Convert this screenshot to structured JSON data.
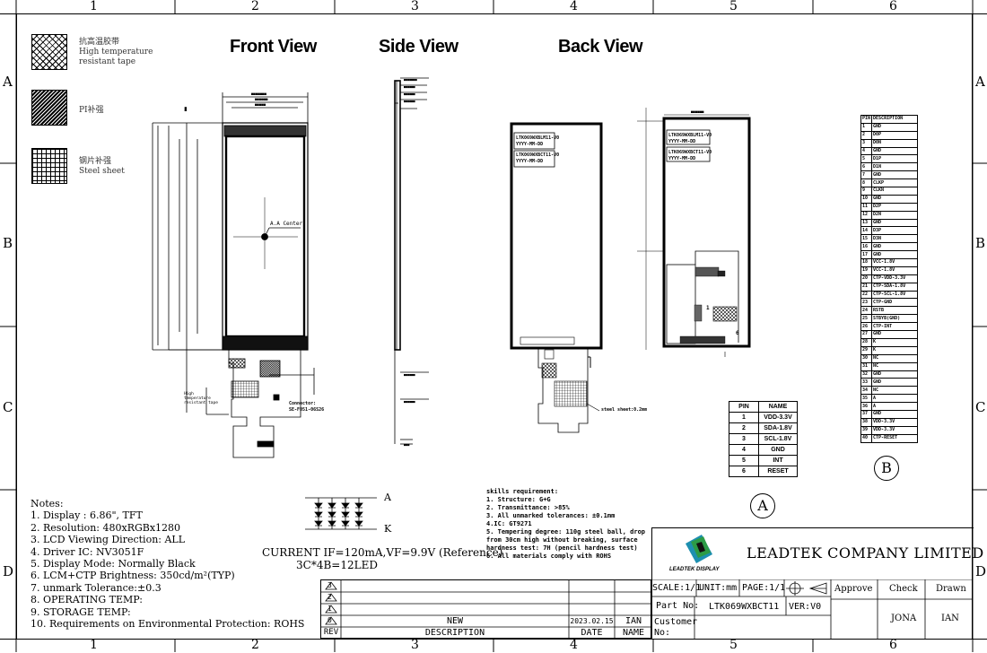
{
  "zones": {
    "columns": [
      "1",
      "2",
      "3",
      "4",
      "5",
      "6"
    ],
    "rows": [
      "A",
      "B",
      "C",
      "D"
    ]
  },
  "legend": [
    {
      "label_cn": "抗高温胶带",
      "label_en": "High temperature resistant tape",
      "pattern": "cross"
    },
    {
      "label_cn": "PI补强",
      "label_en": "",
      "pattern": "diagonal"
    },
    {
      "label_cn": "钢片补强",
      "label_en": "Steel sheet",
      "pattern": "grid"
    }
  ],
  "views": {
    "front": "Front View",
    "side": "Side View",
    "back": "Back View"
  },
  "front_labels": {
    "aa_center": "A.A Center",
    "tape": "High temperature resistant tape",
    "connector": "Connector:",
    "connector_part": "SE-F051-06S26"
  },
  "back_labels": {
    "label1": "LTK069WXBLM11-V0",
    "label1b": "YYYY-MM-DD",
    "label2": "LTK069WXBCT11-V0",
    "label2b": "YYYY-MM-DD",
    "steel": "steel sheet:0.2mm",
    "pin1": "1",
    "pin6": "6"
  },
  "notes": {
    "title": "Notes:",
    "items": [
      "1. Display : 6.86\", TFT",
      "2. Resolution: 480xRGBx1280",
      "3. LCD Viewing Direction: ALL",
      "4. Driver IC: NV3051F",
      "5. Display Mode: Normally Black",
      "6. LCM+CTP Brightness: 350cd/m²(TYP)",
      "7. unmark Tolerance:±0.3",
      "8. OPERATING TEMP:",
      "9. STORAGE TEMP:",
      "10. Requirements on Environmental Protection: ROHS"
    ]
  },
  "led": {
    "anode": "A",
    "cathode": "K",
    "current": "CURRENT IF=120mA,VF=9.9V (Reference)",
    "config": "3C*4B=12LED"
  },
  "skills": {
    "title": "skills requirement:",
    "items": [
      "1. Structure: G+G",
      "2. Transmittance: >85%",
      "3. All unmarked tolerances: ±0.1mm",
      "4.IC: GT9271",
      "5. Tempering degree: 110g steel ball, drop",
      "from 30cm high without breaking, surface",
      "hardness test: 7H (pencil hardness test)",
      "6. All materials comply with ROHS"
    ]
  },
  "pin_table_a": {
    "headers": [
      "PIN",
      "NAME"
    ],
    "rows": [
      [
        "1",
        "VDD-3.3V"
      ],
      [
        "2",
        "SDA-1.8V"
      ],
      [
        "3",
        "SCL-1.8V"
      ],
      [
        "4",
        "GND"
      ],
      [
        "5",
        "INT"
      ],
      [
        "6",
        "RESET"
      ]
    ],
    "label": "A"
  },
  "pin_table_b": {
    "headers": [
      "PIN",
      "DESCRIPTION"
    ],
    "rows": [
      [
        "1",
        "GND"
      ],
      [
        "2",
        "D0P"
      ],
      [
        "3",
        "D0N"
      ],
      [
        "4",
        "GND"
      ],
      [
        "5",
        "D1P"
      ],
      [
        "6",
        "D1N"
      ],
      [
        "7",
        "GND"
      ],
      [
        "8",
        "CLKP"
      ],
      [
        "9",
        "CLKN"
      ],
      [
        "10",
        "GND"
      ],
      [
        "11",
        "D2P"
      ],
      [
        "12",
        "D2N"
      ],
      [
        "13",
        "GND"
      ],
      [
        "14",
        "D3P"
      ],
      [
        "15",
        "D3N"
      ],
      [
        "16",
        "GND"
      ],
      [
        "17",
        "GND"
      ],
      [
        "18",
        "VCC-1.8V"
      ],
      [
        "19",
        "VCC-1.8V"
      ],
      [
        "20",
        "CTP-VDD-3.3V"
      ],
      [
        "21",
        "CTP-SDA-1.8V"
      ],
      [
        "22",
        "CTP-SCL-1.8V"
      ],
      [
        "23",
        "CTP-GND"
      ],
      [
        "24",
        "RSTB"
      ],
      [
        "25",
        "STBYB(GND)"
      ],
      [
        "26",
        "CTP-INT"
      ],
      [
        "27",
        "GND"
      ],
      [
        "28",
        "K"
      ],
      [
        "29",
        "K"
      ],
      [
        "30",
        "NC"
      ],
      [
        "31",
        "NC"
      ],
      [
        "32",
        "GND"
      ],
      [
        "33",
        "GND"
      ],
      [
        "34",
        "NC"
      ],
      [
        "35",
        "A"
      ],
      [
        "36",
        "A"
      ],
      [
        "37",
        "GND"
      ],
      [
        "38",
        "VDD-3.3V"
      ],
      [
        "39",
        "VDD-3.3V"
      ],
      [
        "40",
        "CTP-RESET"
      ]
    ],
    "label": "B"
  },
  "title_block": {
    "company": "LEADTEK COMPANY LIMITED",
    "logo_text": "LEADTEK DISPLAY",
    "scale_label": "SCALE:1/1",
    "unit_label": "UNIT:mm",
    "page_label": "PAGE:1/1",
    "part_no_label": "Part No:",
    "part_no": "LTK069WXBCT11",
    "version": "VER:V0",
    "customer_label": "Customer No:",
    "approve": "Approve",
    "check": "Check",
    "drawn": "Drawn",
    "check_name": "JONA",
    "drawn_name": "IAN"
  },
  "revision": {
    "rev_marks": [
      "3",
      "2",
      "1",
      "0"
    ],
    "row0": {
      "description": "NEW",
      "date": "2023.02.15",
      "name": "IAN"
    },
    "headers": {
      "rev": "REV",
      "description": "DESCRIPTION",
      "date": "DATE",
      "name": "NAME"
    }
  }
}
